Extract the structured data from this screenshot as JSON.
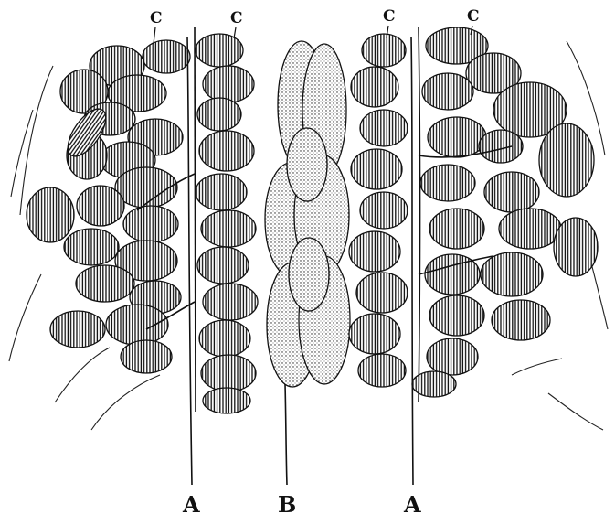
{
  "figure": {
    "labels": {
      "c_top_1": "C",
      "c_top_2": "C",
      "c_top_3": "C",
      "c_top_4": "C",
      "a_left": "A",
      "b_center": "B",
      "a_right": "A"
    },
    "colors": {
      "ink": "#111111",
      "paper": "#ffffff"
    }
  }
}
